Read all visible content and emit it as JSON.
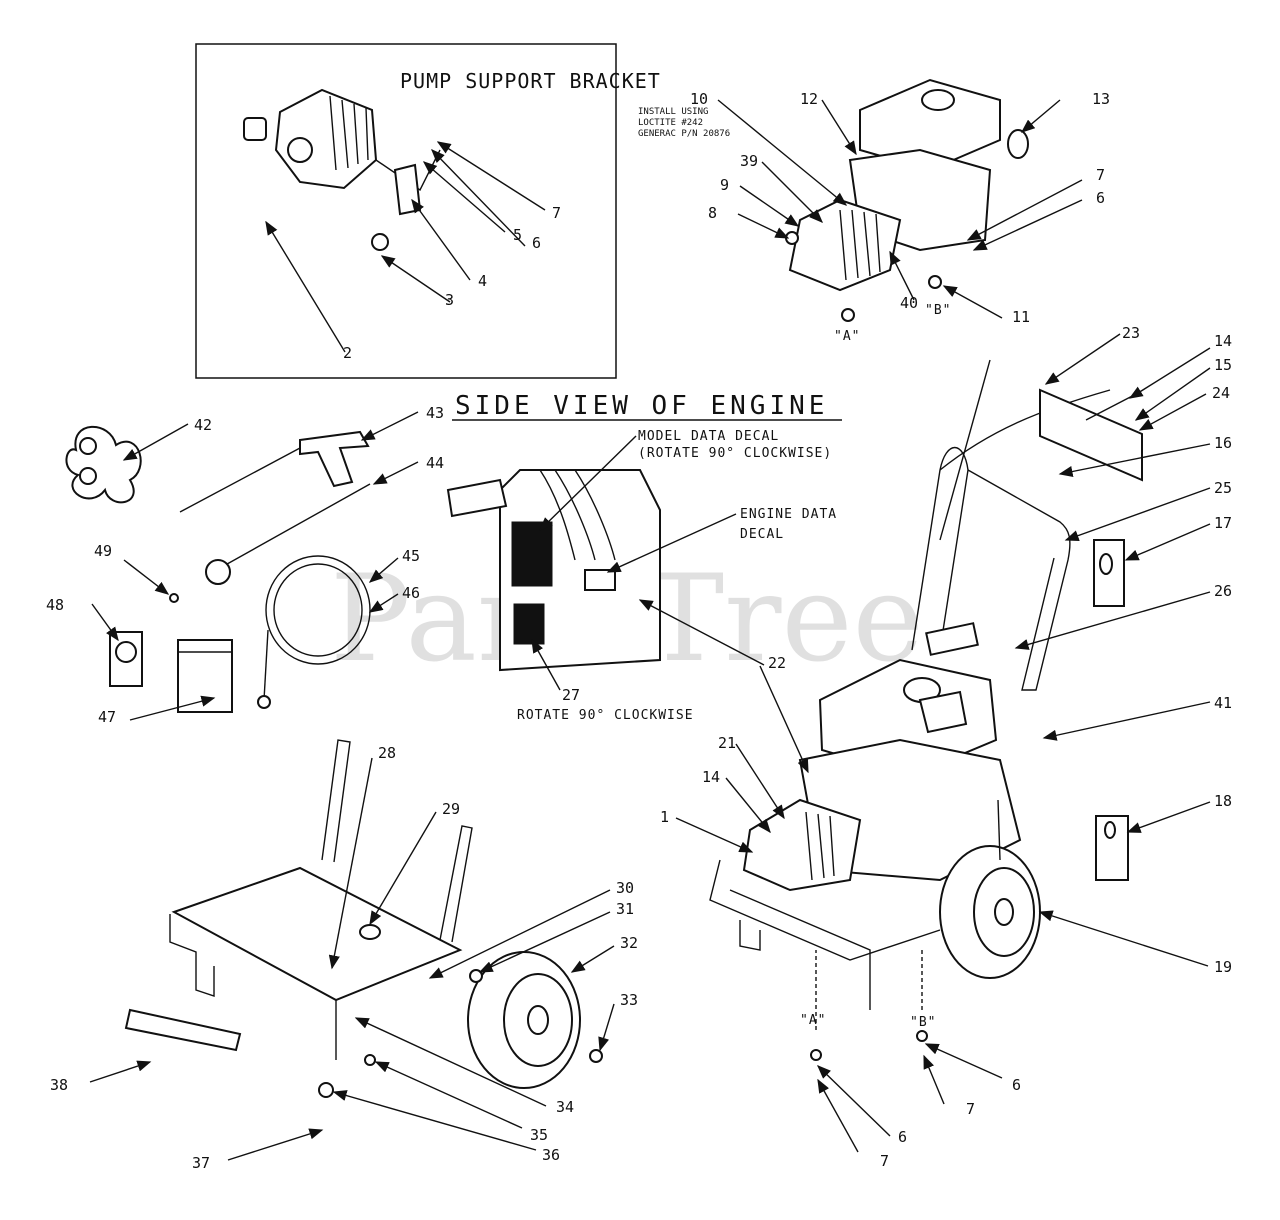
{
  "labels": {
    "pump_support_bracket": "PUMP SUPPORT BRACKET",
    "side_view_of_engine": "SIDE VIEW OF ENGINE",
    "install_note": [
      "INSTALL USING",
      "LOCTITE #242",
      "GENERAC P/N 20876"
    ],
    "model_data_decal": [
      "MODEL DATA DECAL",
      "(ROTATE 90° CLOCKWISE)"
    ],
    "engine_data_decal": [
      "ENGINE DATA",
      "DECAL"
    ],
    "rotate_note": "ROTATE 90° CLOCKWISE",
    "point_a": "\"A\"",
    "point_b": "\"B\"",
    "watermark": "PartsTree"
  },
  "callouts": {
    "c2": "2",
    "c3": "3",
    "c4": "4",
    "c5": "5",
    "c6a": "6",
    "c7a": "7",
    "c10": "10",
    "c12": "12",
    "c13": "13",
    "c39": "39",
    "c9": "9",
    "c8": "8",
    "c7b": "7",
    "c6b": "6",
    "c40": "40",
    "c11": "11",
    "c23": "23",
    "c14a": "14",
    "c15": "15",
    "c24": "24",
    "c16": "16",
    "c25": "25",
    "c17": "17",
    "c26": "26",
    "c41": "41",
    "c18": "18",
    "c19": "19",
    "c22": "22",
    "c21": "21",
    "c14b": "14",
    "c1": "1",
    "c42": "42",
    "c43": "43",
    "c44": "44",
    "c49": "49",
    "c45": "45",
    "c46": "46",
    "c48": "48",
    "c47": "47",
    "c27": "27",
    "c28": "28",
    "c29": "29",
    "c30": "30",
    "c31": "31",
    "c32": "32",
    "c33": "33",
    "c34": "34",
    "c35": "35",
    "c36": "36",
    "c37": "37",
    "c38": "38",
    "c6c": "6",
    "c7c": "7",
    "c6d": "6",
    "c7d": "7"
  }
}
